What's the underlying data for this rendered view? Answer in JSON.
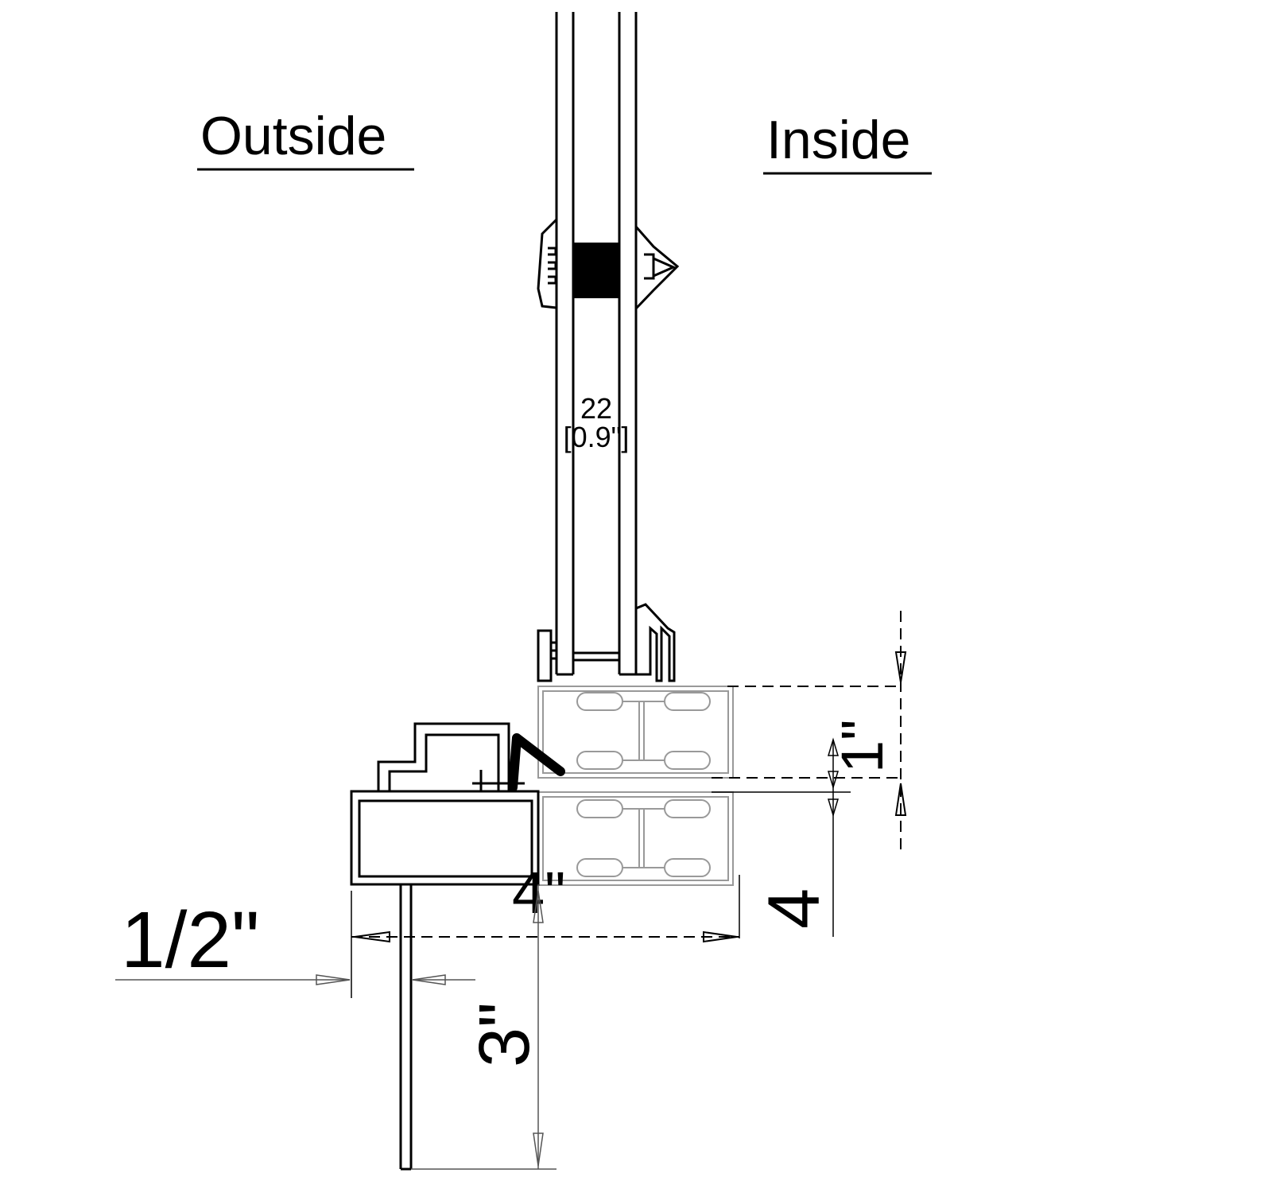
{
  "labels": {
    "outside": "Outside",
    "inside": "Inside"
  },
  "dimensions": {
    "glass_width_mm": "22",
    "glass_width_in": "[0.9\"]",
    "one_inch": "1\"",
    "four_inch_horizontal": "4\"",
    "four_vertical": "4",
    "half_inch": "1/2\"",
    "three_inch": "3\""
  },
  "colors": {
    "line": "#000000",
    "thin_line": "#555555",
    "light_line": "#999999"
  }
}
